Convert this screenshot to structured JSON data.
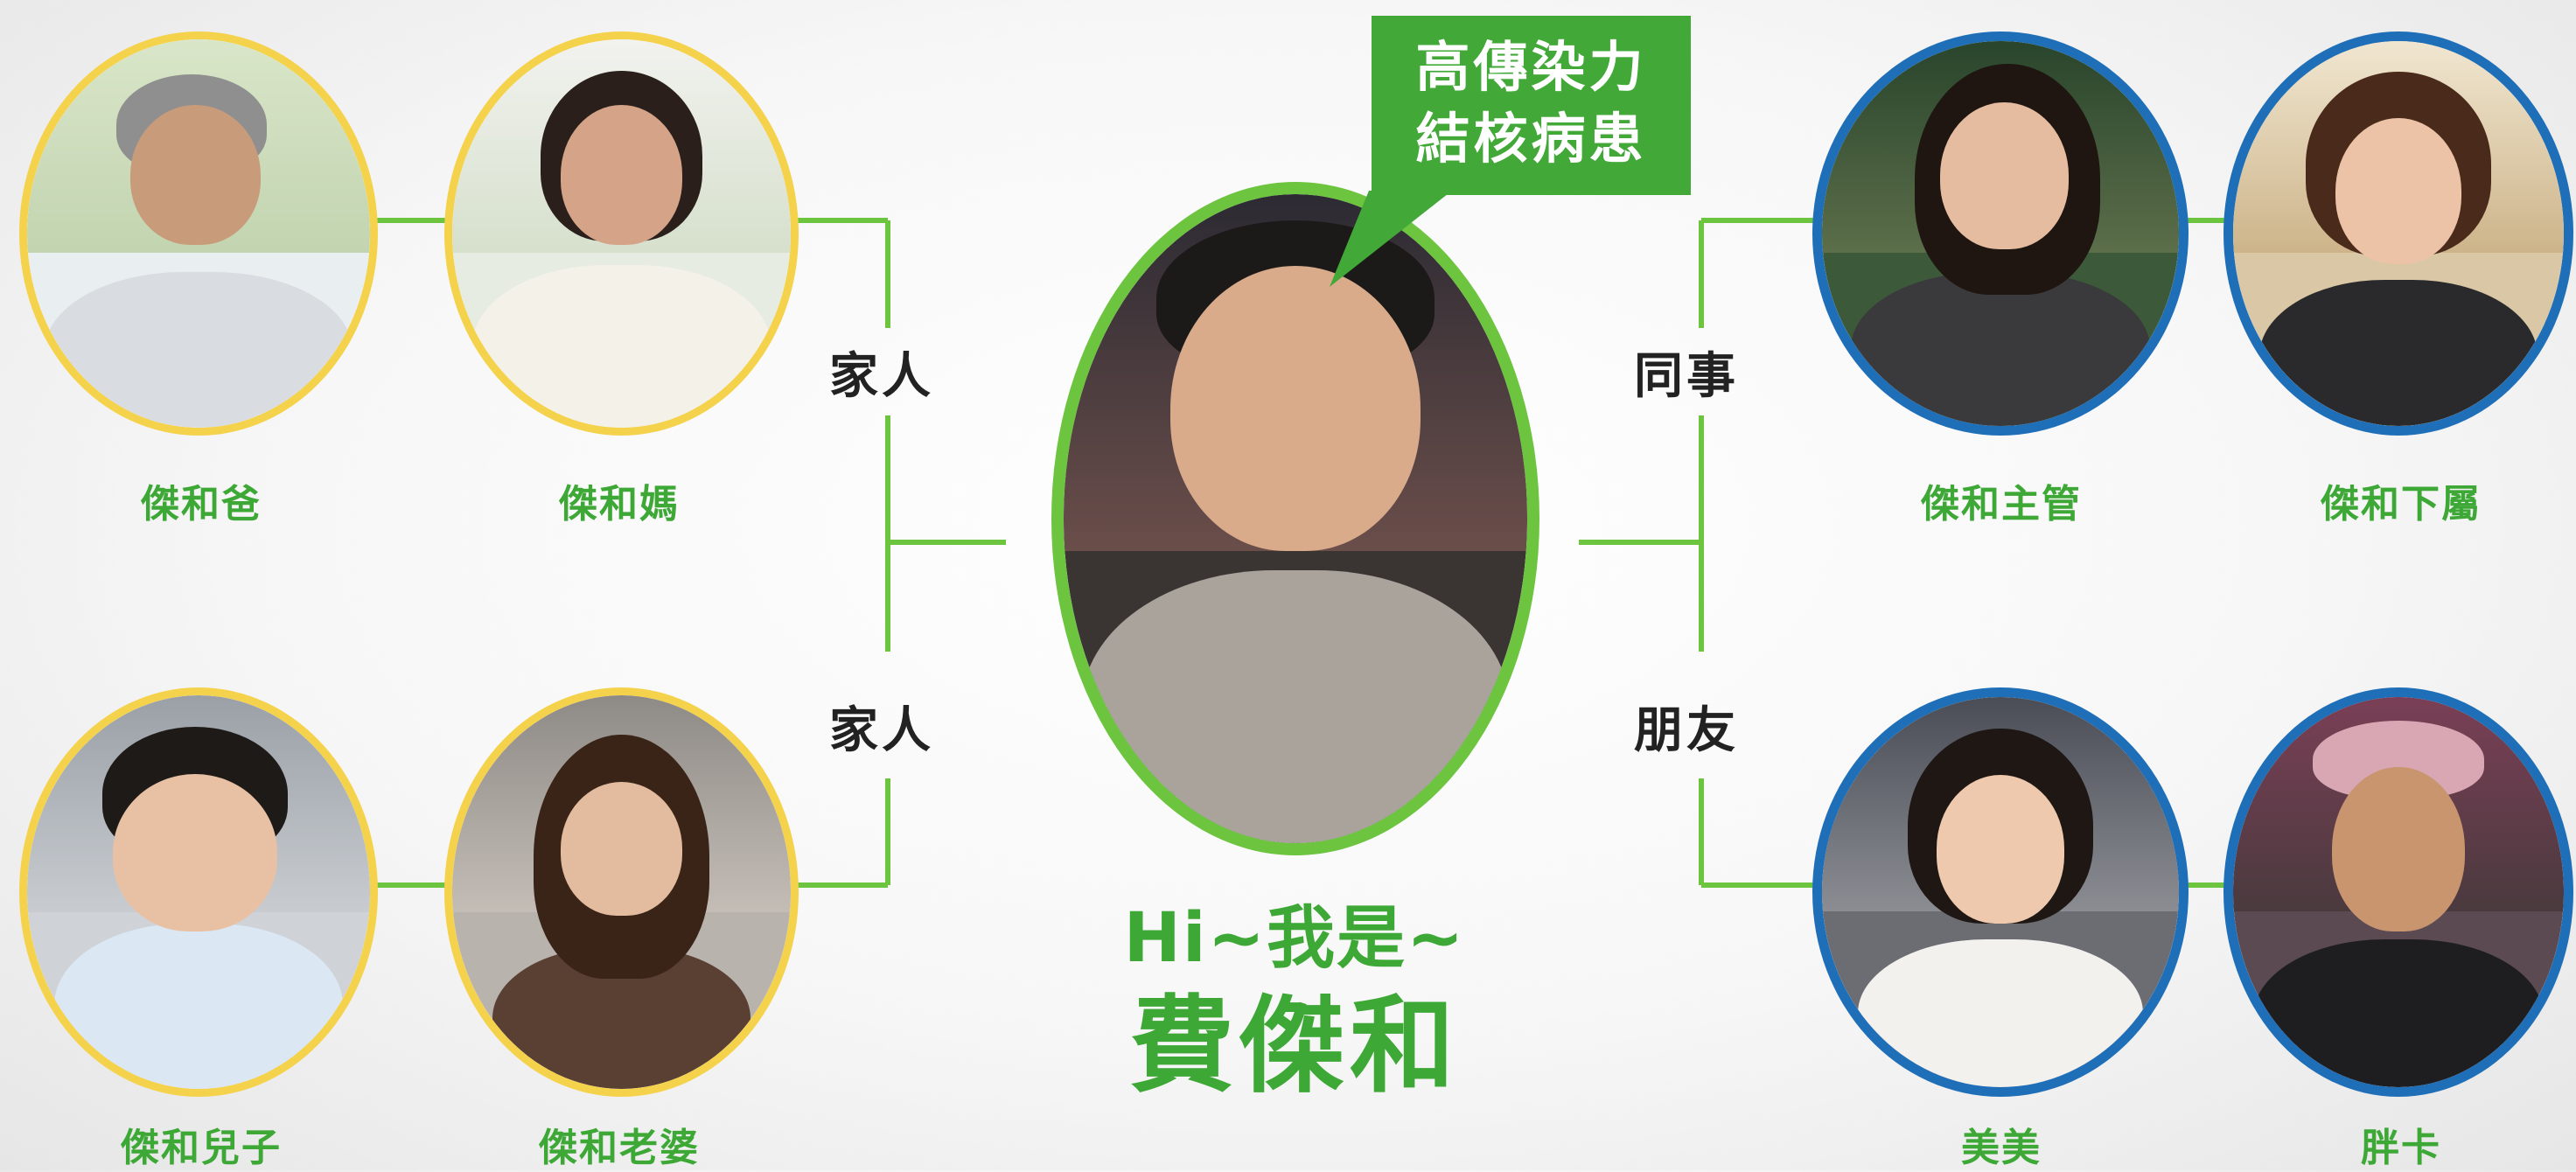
{
  "center": {
    "greeting": "Hi~我是~",
    "name": "費傑和",
    "badge_line1": "高傳染力",
    "badge_line2": "結核病患"
  },
  "relations": {
    "family_top": "家人",
    "family_bottom": "家人",
    "coworkers": "同事",
    "friends": "朋友"
  },
  "people": {
    "dad": "傑和爸",
    "mom": "傑和媽",
    "son": "傑和兒子",
    "wife": "傑和老婆",
    "supervisor": "傑和主管",
    "subordinate": "傑和下屬",
    "meimei": "美美",
    "pangka": "胖卡"
  },
  "colors": {
    "green": "#3da836",
    "line_green": "#6cc43f",
    "family_ring": "#f5d24b",
    "social_ring": "#1f6fb8"
  }
}
